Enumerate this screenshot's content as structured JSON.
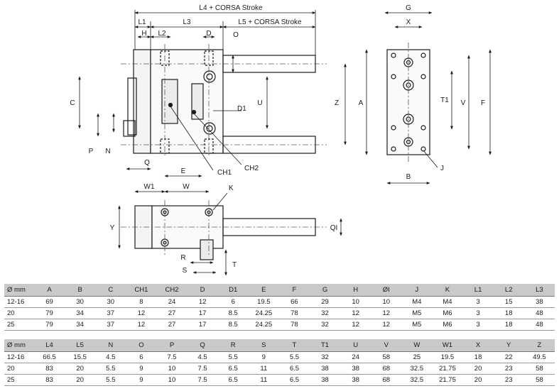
{
  "labels": {
    "l4_stroke": "L4 + CORSA Stroke",
    "l5_stroke": "L5 + CORSA Stroke",
    "L1": "L1",
    "H": "H",
    "L2": "L2",
    "L3": "L3",
    "D": "D",
    "O": "O",
    "C": "C",
    "U": "U",
    "Z": "Z",
    "D1": "D1",
    "P": "P",
    "N": "N",
    "Q": "Q",
    "E": "E",
    "CH1": "CH1",
    "CH2": "CH2",
    "G": "G",
    "X": "X",
    "A": "A",
    "T1": "T1",
    "V": "V",
    "F": "F",
    "B": "B",
    "J": "J",
    "W1": "W1",
    "W": "W",
    "K": "K",
    "Y": "Y",
    "QI": "QI",
    "R": "R",
    "S": "S",
    "T": "T"
  },
  "table1": {
    "headers": [
      "Ø mm",
      "A",
      "B",
      "C",
      "CH1",
      "CH2",
      "D",
      "D1",
      "E",
      "F",
      "G",
      "H",
      "ØI",
      "J",
      "K",
      "L1",
      "L2",
      "L3"
    ],
    "rows": [
      [
        "12-16",
        "69",
        "30",
        "30",
        "8",
        "24",
        "12",
        "6",
        "19.5",
        "66",
        "29",
        "10",
        "10",
        "M4",
        "M4",
        "3",
        "15",
        "38"
      ],
      [
        "20",
        "79",
        "34",
        "37",
        "12",
        "27",
        "17",
        "8.5",
        "24.25",
        "78",
        "32",
        "12",
        "12",
        "M5",
        "M6",
        "3",
        "18",
        "48"
      ],
      [
        "25",
        "79",
        "34",
        "37",
        "12",
        "27",
        "17",
        "8.5",
        "24.25",
        "78",
        "32",
        "12",
        "12",
        "M5",
        "M6",
        "3",
        "18",
        "48"
      ]
    ]
  },
  "table2": {
    "headers": [
      "Ø mm",
      "L4",
      "L5",
      "N",
      "O",
      "P",
      "Q",
      "R",
      "S",
      "T",
      "T1",
      "U",
      "V",
      "W",
      "W1",
      "X",
      "Y",
      "Z"
    ],
    "rows": [
      [
        "12-16",
        "66.5",
        "15.5",
        "4.5",
        "6",
        "7.5",
        "4.5",
        "5.5",
        "9",
        "5.5",
        "32",
        "24",
        "58",
        "25",
        "19.5",
        "18",
        "22",
        "49.5"
      ],
      [
        "20",
        "83",
        "20",
        "5.5",
        "9",
        "10",
        "7.5",
        "6.5",
        "11",
        "6.5",
        "38",
        "38",
        "68",
        "32.5",
        "21.75",
        "20",
        "23",
        "58"
      ],
      [
        "25",
        "83",
        "20",
        "5.5",
        "9",
        "10",
        "7.5",
        "6.5",
        "11",
        "6.5",
        "38",
        "38",
        "68",
        "32.5",
        "21.75",
        "20",
        "23",
        "58"
      ]
    ]
  }
}
